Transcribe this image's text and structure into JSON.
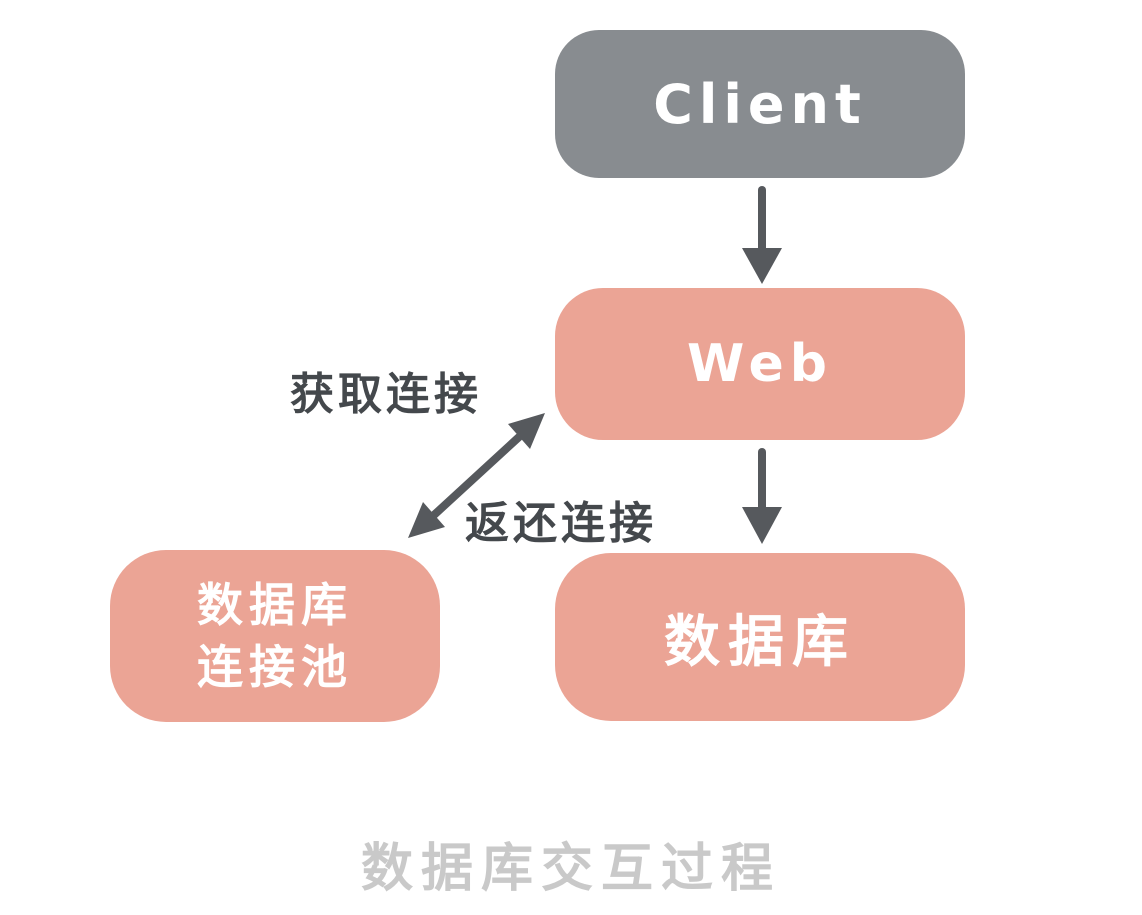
{
  "diagram": {
    "title": "数据库交互过程",
    "nodes": {
      "client": {
        "label": "Client"
      },
      "web": {
        "label": "Web"
      },
      "database": {
        "label": "数据库"
      },
      "pool": {
        "line1": "数据库",
        "line2": "连接池"
      }
    },
    "edges": {
      "client_to_web": {
        "type": "arrow-down"
      },
      "web_to_database": {
        "type": "arrow-down"
      },
      "web_to_pool": {
        "type": "double-arrow-diagonal",
        "label_top": "获取连接",
        "label_bottom": "返还连接"
      }
    },
    "colors": {
      "client_fill": "#888C90",
      "accent_fill": "#EBA495",
      "node_text": "#FFFFFF",
      "arrow": "#56595D",
      "edge_label": "#44484C",
      "title_color": "#C9C9C9",
      "background": "#FFFFFF"
    }
  }
}
